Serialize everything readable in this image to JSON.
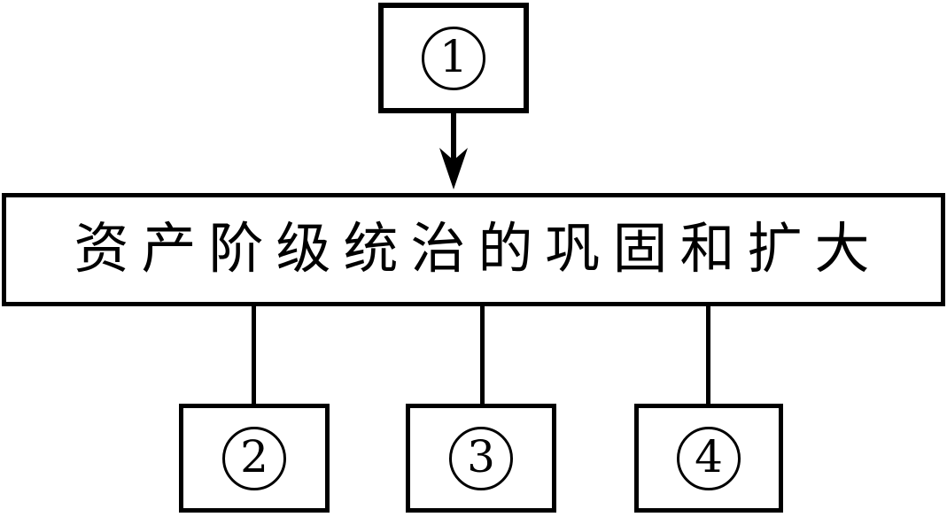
{
  "diagram": {
    "title": "bourgeois-rule-flowchart",
    "colors": {
      "line": "#000000",
      "background": "#ffffff"
    },
    "top_box": {
      "number": "1",
      "label": "①"
    },
    "main_box": {
      "label": "资产阶级统治的巩固和扩大"
    },
    "bottom_boxes": [
      {
        "number": "2",
        "label": "②"
      },
      {
        "number": "3",
        "label": "③"
      },
      {
        "number": "4",
        "label": "④"
      }
    ]
  }
}
